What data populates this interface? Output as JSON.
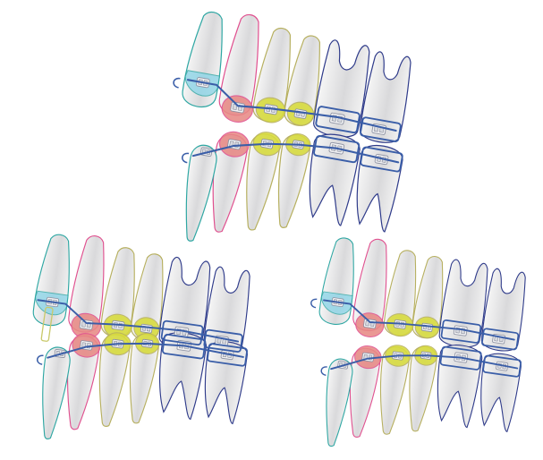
{
  "figure": {
    "panels": [
      {
        "id": "top"
      },
      {
        "id": "bottom-left"
      },
      {
        "id": "bottom-right"
      }
    ]
  },
  "palette": {
    "tooth_fill": "#e4e4e4",
    "tooth_shadow": "#c8c8cc",
    "incisor_outline": "#2fa7a3",
    "incisor_fill": "#8fd6e8",
    "lateral_outline": "#e0508f",
    "lateral_crown": "#e88a86",
    "canine_outline": "#b7b060",
    "premolar_outline": "#b7b060",
    "premolar_crown": "#d8dc3c",
    "molar_outline": "#2f3b8a",
    "molar_crown": "#9aa4c8",
    "wire": "#3a5ea8",
    "bracket": "#8a8fa0"
  },
  "icons": {
    "tooth": "tooth-icon",
    "bracket": "bracket-icon",
    "archwire": "archwire-icon"
  }
}
